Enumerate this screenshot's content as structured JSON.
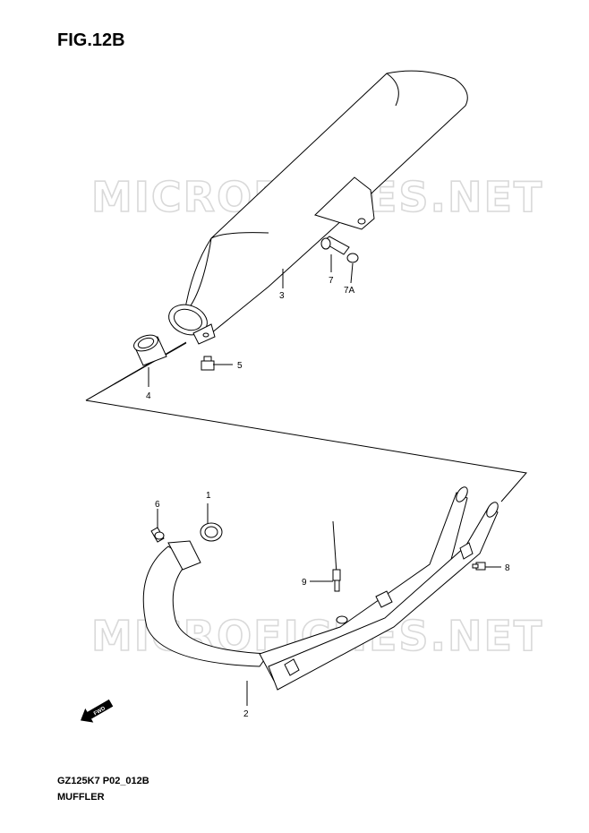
{
  "figure": {
    "title": "FIG.12B",
    "code": "GZ125K7 P02_012B",
    "name": "MUFFLER"
  },
  "watermark": "MICROFICHES.NET",
  "callouts": {
    "p1": "1",
    "p2": "2",
    "p3": "3",
    "p4": "4",
    "p5": "5",
    "p6": "6",
    "p7": "7",
    "p7a": "7A",
    "p8": "8",
    "p9": "9"
  },
  "direction_badge": "FWD",
  "colors": {
    "line": "#000000",
    "watermark": "#d9d9d9",
    "background": "#ffffff"
  }
}
